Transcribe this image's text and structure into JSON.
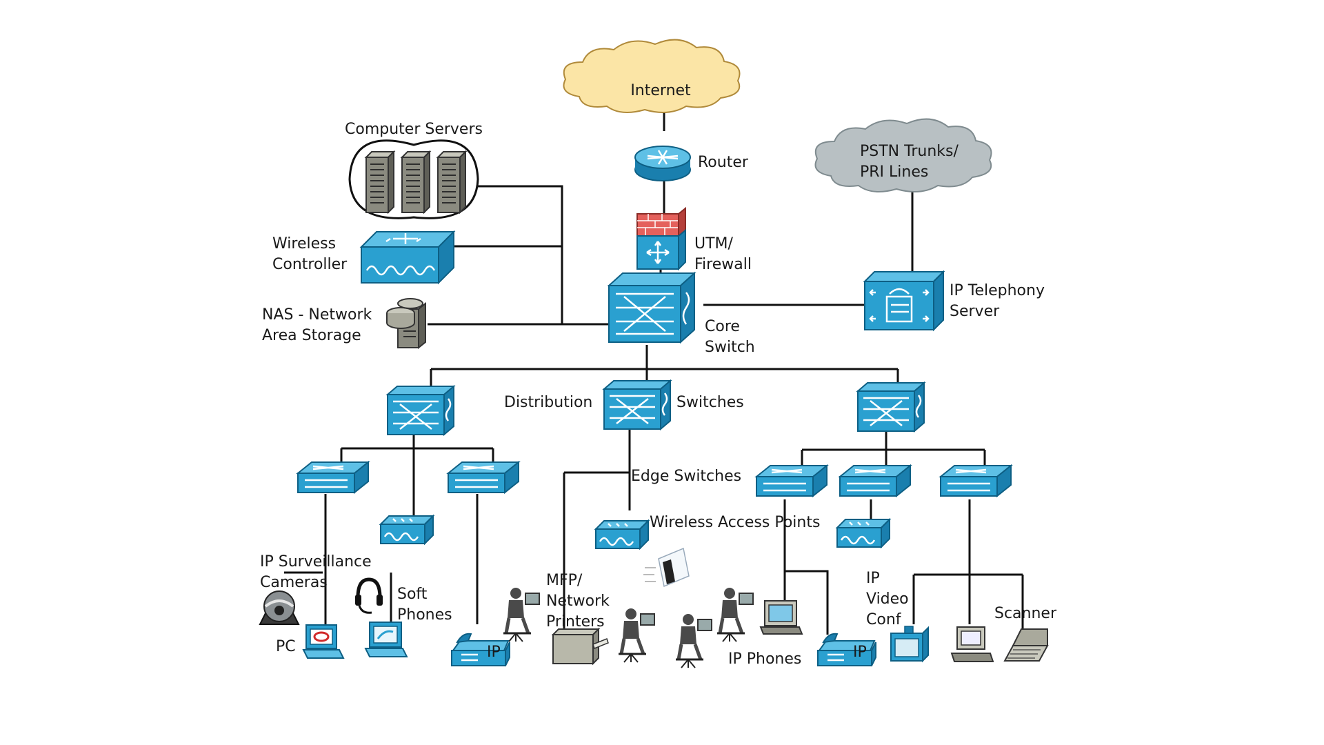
{
  "labels": {
    "internet": "Internet",
    "router": "Router",
    "firewall_1": "UTM/",
    "firewall_2": "Firewall",
    "servers": "Computer Servers",
    "pstn_1": "PSTN Trunks/",
    "pstn_2": "PRI Lines",
    "wlc_1": "Wireless",
    "wlc_2": "Controller",
    "nas_1": "NAS - Network",
    "nas_2": "Area Storage",
    "core_1": "Core",
    "core_2": "Switch",
    "ipt_1": "IP Telephony",
    "ipt_2": "Server",
    "dist_left": "Distribution",
    "dist_right": "Switches",
    "edge": "Edge Switches",
    "wap": "Wireless Access Points",
    "cam_1": "IP Surveillance",
    "cam_2": "Cameras",
    "soft_1": "Soft",
    "soft_2": "Phones",
    "pc": "PC",
    "mfp_1": "MFP/",
    "mfp_2": "Network",
    "mfp_3": "Printers",
    "ipphones": "IP Phones",
    "video_1": "IP",
    "video_2": "Video",
    "video_3": "Conf",
    "scanner": "Scanner",
    "phone_badge": "IP"
  },
  "colors": {
    "device_blue": "#2aa0d0",
    "internet_cloud": "#fbe5a6",
    "pstn_cloud": "#b8c0c3",
    "firewall_brick": "#e4615c"
  }
}
